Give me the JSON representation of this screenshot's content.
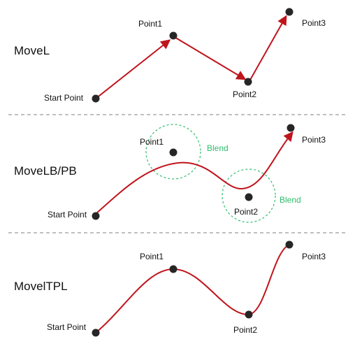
{
  "colors": {
    "path": "#c0141c",
    "point": "#262626",
    "blend": "#2dbe6c",
    "divider": "#9a9a9a",
    "text": "#111111"
  },
  "sections": [
    {
      "title": "MoveL",
      "labels": {
        "start": "Start Point",
        "p1": "Point1",
        "p2": "Point2",
        "p3": "Point3"
      }
    },
    {
      "title": "MoveLB/PB",
      "labels": {
        "start": "Start Point",
        "p1": "Point1",
        "p2": "Point2",
        "p3": "Point3"
      },
      "blend_labels": [
        "Blend",
        "Blend"
      ]
    },
    {
      "title": "MovelTPL",
      "labels": {
        "start": "Start Point",
        "p1": "Point1",
        "p2": "Point2",
        "p3": "Point3"
      }
    }
  ]
}
